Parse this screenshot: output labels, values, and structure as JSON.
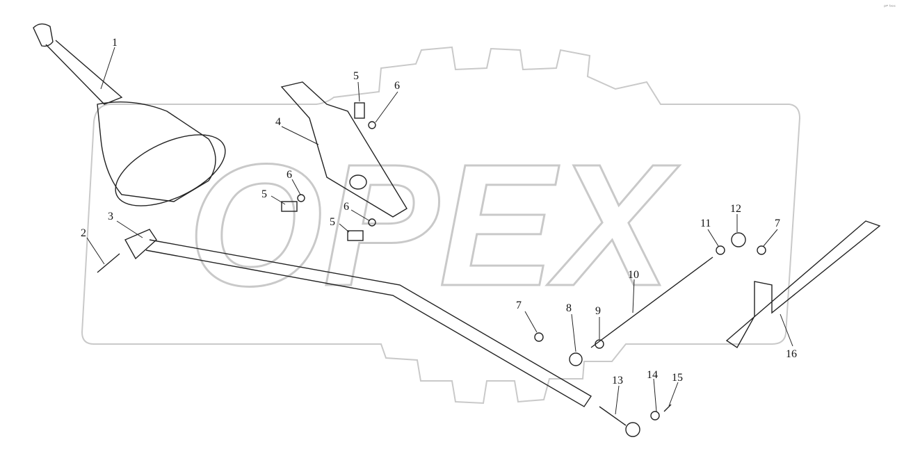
{
  "corner_text": "ᵖᴾ ᵇᵉᵉ",
  "watermark": {
    "text": "OPEX"
  },
  "callouts": [
    {
      "id": "c1",
      "label": "1"
    },
    {
      "id": "c2",
      "label": "2"
    },
    {
      "id": "c3",
      "label": "3"
    },
    {
      "id": "c4",
      "label": "4"
    },
    {
      "id": "c5a",
      "label": "5"
    },
    {
      "id": "c6a",
      "label": "6"
    },
    {
      "id": "c5b",
      "label": "5"
    },
    {
      "id": "c6b",
      "label": "6"
    },
    {
      "id": "c6c",
      "label": "6"
    },
    {
      "id": "c5c",
      "label": "5"
    },
    {
      "id": "c7a",
      "label": "7"
    },
    {
      "id": "c8",
      "label": "8"
    },
    {
      "id": "c9",
      "label": "9"
    },
    {
      "id": "c10",
      "label": "10"
    },
    {
      "id": "c11",
      "label": "11"
    },
    {
      "id": "c12",
      "label": "12"
    },
    {
      "id": "c7b",
      "label": "7"
    },
    {
      "id": "c13",
      "label": "13"
    },
    {
      "id": "c14",
      "label": "14"
    },
    {
      "id": "c15",
      "label": "15"
    },
    {
      "id": "c16",
      "label": "16"
    }
  ]
}
